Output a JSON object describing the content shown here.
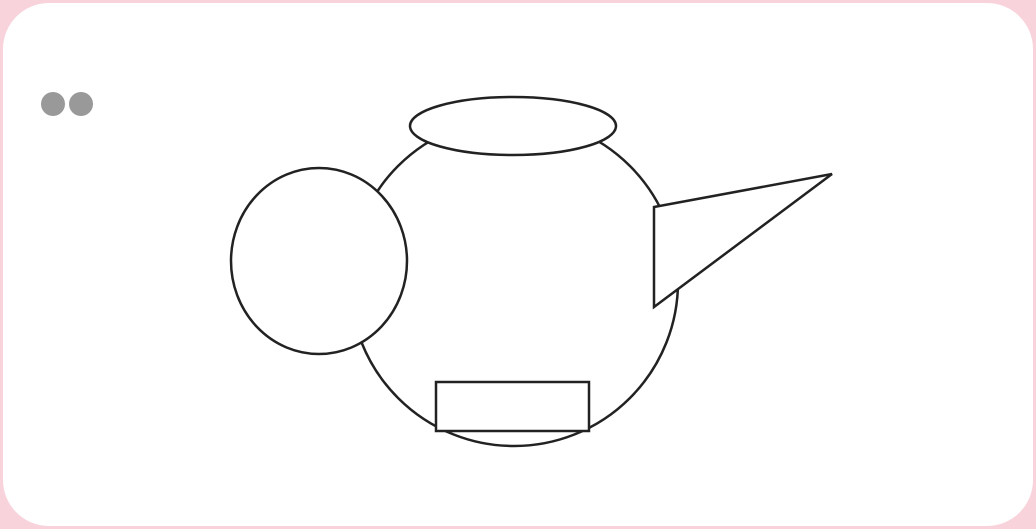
{
  "colors": {
    "page_background": "#f9d3dc",
    "card_background": "#ffffff",
    "dot_color": "#999999",
    "stroke_color": "#222222",
    "shape_fill": "#ffffff"
  },
  "indicator": {
    "dot_count": 2
  },
  "diagram": {
    "shapes": [
      "circle",
      "ellipse",
      "ellipse",
      "triangle",
      "rectangle"
    ]
  }
}
